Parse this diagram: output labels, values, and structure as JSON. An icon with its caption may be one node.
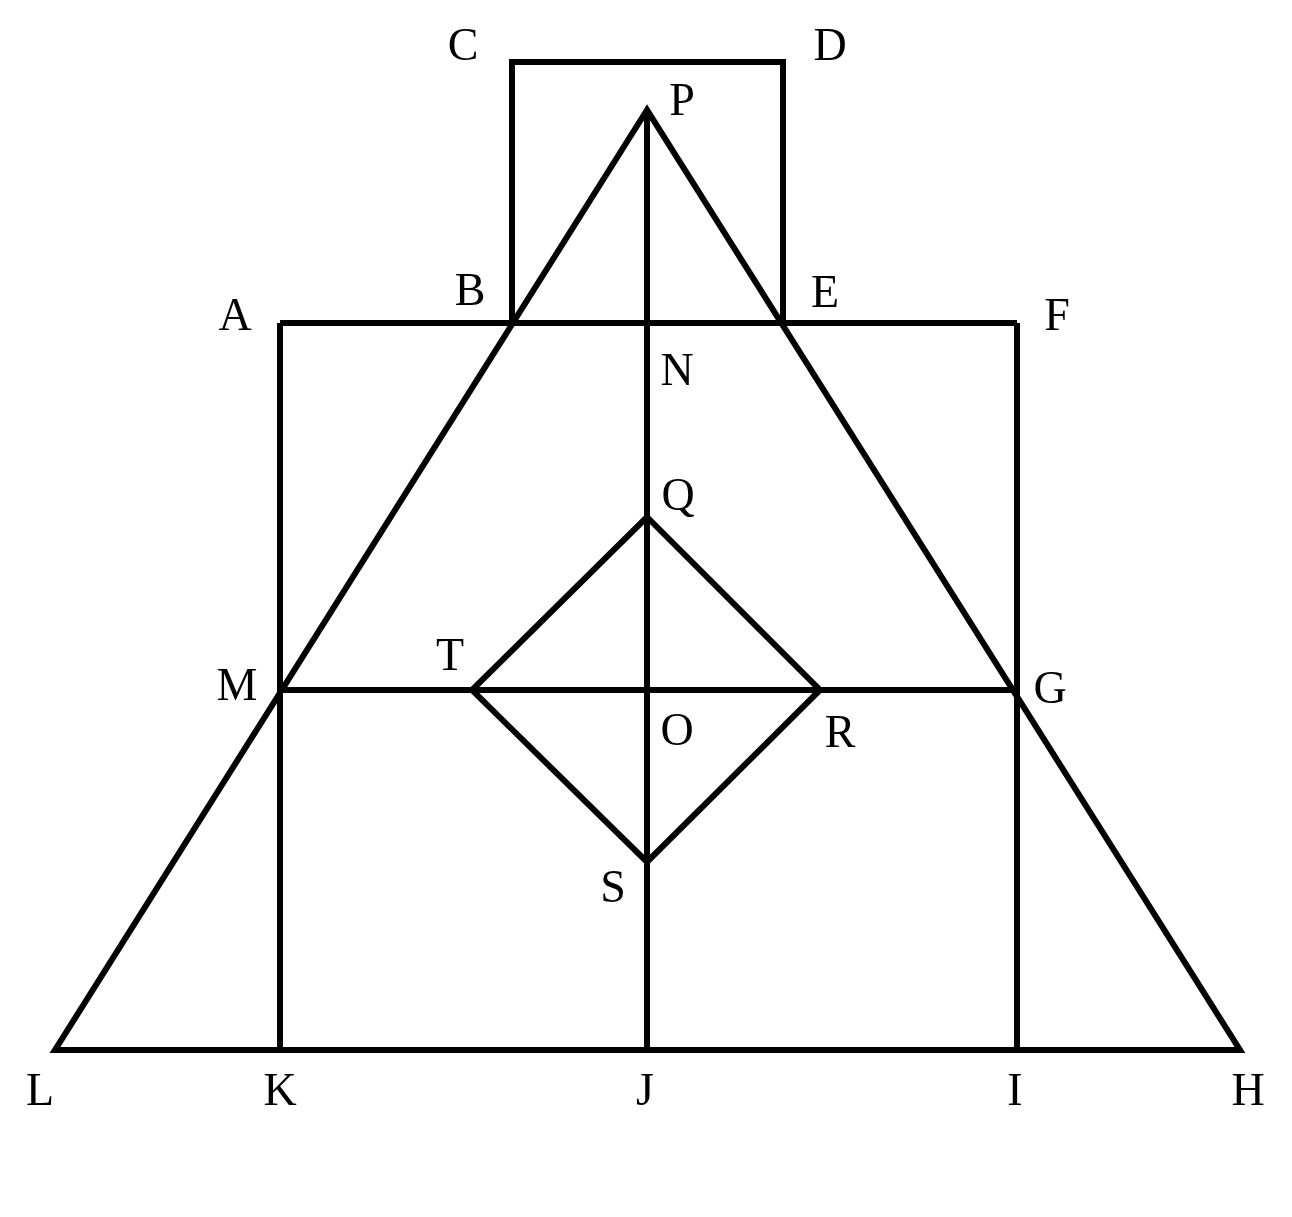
{
  "diagram": {
    "labels": [
      "C",
      "D",
      "P",
      "B",
      "E",
      "A",
      "F",
      "N",
      "Q",
      "T",
      "M",
      "G",
      "O",
      "R",
      "S",
      "L",
      "K",
      "J",
      "I",
      "H"
    ]
  }
}
